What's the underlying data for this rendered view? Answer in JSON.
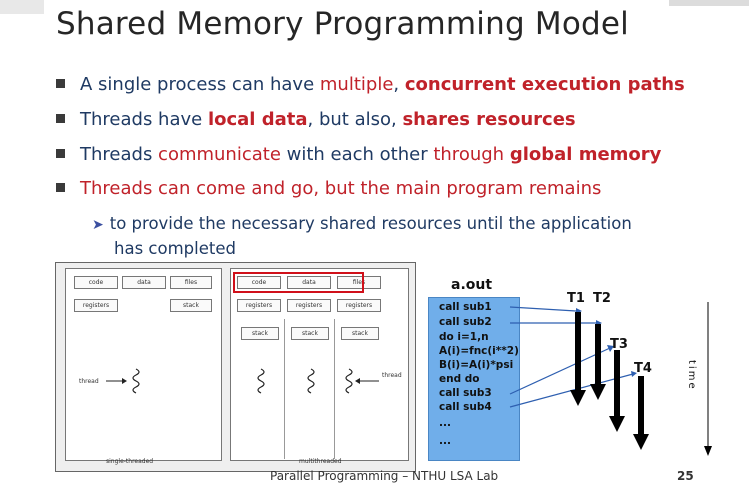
{
  "slide": {
    "title": "Shared Memory Programming Model",
    "bullets": [
      {
        "parts": [
          {
            "text": "A single process can have ",
            "style": "normal"
          },
          {
            "text": "multiple",
            "style": "red"
          },
          {
            "text": ", ",
            "style": "normal"
          },
          {
            "text": "concurrent execution paths",
            "style": "bold-red"
          }
        ]
      },
      {
        "parts": [
          {
            "text": "Threads have ",
            "style": "normal"
          },
          {
            "text": "local data",
            "style": "bold-red"
          },
          {
            "text": ", but also, ",
            "style": "normal"
          },
          {
            "text": "shares resources",
            "style": "bold-red"
          }
        ]
      },
      {
        "parts": [
          {
            "text": "Threads ",
            "style": "normal"
          },
          {
            "text": "communicate",
            "style": "red"
          },
          {
            "text": " with each other ",
            "style": "normal"
          },
          {
            "text": "through",
            "style": "red"
          },
          {
            "text": " ",
            "style": "normal"
          },
          {
            "text": "global memory",
            "style": "bold-red"
          }
        ]
      },
      {
        "parts": [
          {
            "text": "Threads can come and go, but the main program remains",
            "style": "red"
          }
        ]
      }
    ],
    "sub_bullet": {
      "line1": "to provide the necessary shared resources until the application",
      "line2": "has completed"
    },
    "footer": "Parallel Programming – NTHU LSA Lab",
    "page_number": "25"
  },
  "thread_diagram": {
    "single": {
      "code": "code",
      "data": "data",
      "files": "files",
      "registers": "registers",
      "stack": "stack",
      "thread": "thread",
      "caption": "single-threaded"
    },
    "multi": {
      "code": "code",
      "data": "data",
      "files": "files",
      "registers": [
        "registers",
        "registers",
        "registers"
      ],
      "stacks": [
        "stack",
        "stack",
        "stack"
      ],
      "thread": "thread",
      "caption": "multithreaded"
    },
    "highlight_color": "#d0101a"
  },
  "program_diagram": {
    "title": "a.out",
    "code_lines": [
      "call sub1",
      "call sub2",
      "do  i=1,n",
      "A(i)=fnc(i**2)",
      "B(i)=A(i)*psi",
      "end do",
      "call sub3",
      "call sub4",
      "...",
      "..."
    ],
    "threads": [
      "T1",
      "T2",
      "T3",
      "T4"
    ],
    "time_label": "time",
    "box_color": "#70aeea"
  }
}
